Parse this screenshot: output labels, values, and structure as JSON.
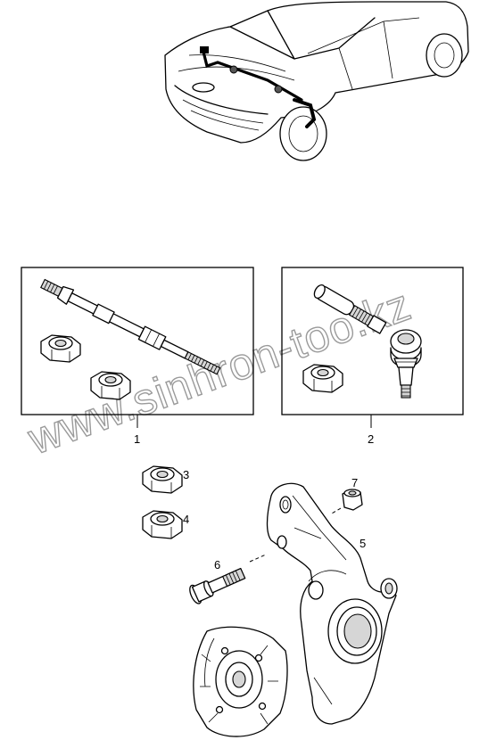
{
  "watermark": {
    "text": "www.sinhron-too.kz"
  },
  "callouts": [
    {
      "number": "1"
    },
    {
      "number": "2"
    },
    {
      "number": "3"
    },
    {
      "number": "4"
    },
    {
      "number": "5"
    },
    {
      "number": "6"
    },
    {
      "number": "7"
    }
  ],
  "colors": {
    "line": "#000000",
    "background": "#ffffff",
    "watermark_outline": "#9a9a9a"
  }
}
